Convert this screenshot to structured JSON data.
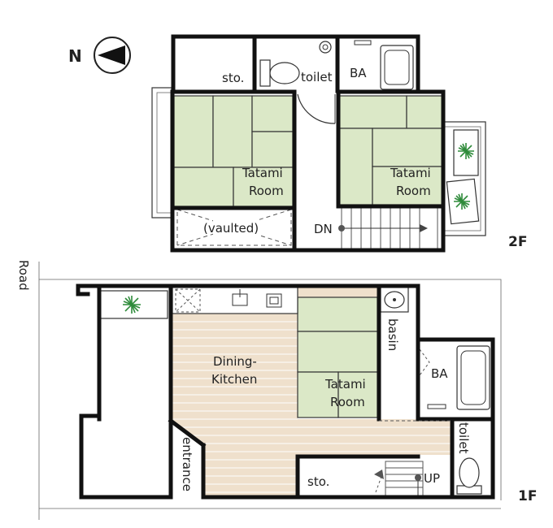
{
  "compass": {
    "label": "N"
  },
  "road": {
    "label": "Road"
  },
  "floor2": {
    "label": "2F",
    "rooms": {
      "storage": "sto.",
      "toilet": "toilet",
      "bath": "BA",
      "tatami_west_line1": "Tatami",
      "tatami_west_line2": "Room",
      "tatami_east_line1": "Tatami",
      "tatami_east_line2": "Room",
      "vaulted": "(vaulted)",
      "stairs_down": "DN"
    }
  },
  "floor1": {
    "label": "1F",
    "rooms": {
      "dining_line1": "Dining-",
      "dining_line2": "Kitchen",
      "tatami_line1": "Tatami",
      "tatami_line2": "Room",
      "basin": "basin",
      "bath": "BA",
      "toilet": "toilet",
      "entrance": "entrance",
      "storage": "sto.",
      "stairs_up": "UP"
    }
  },
  "colors": {
    "tatami": "#dbe8c7",
    "wood_floor": "#efe0cc",
    "wall": "#111111",
    "plant": "#2e8b3a"
  }
}
